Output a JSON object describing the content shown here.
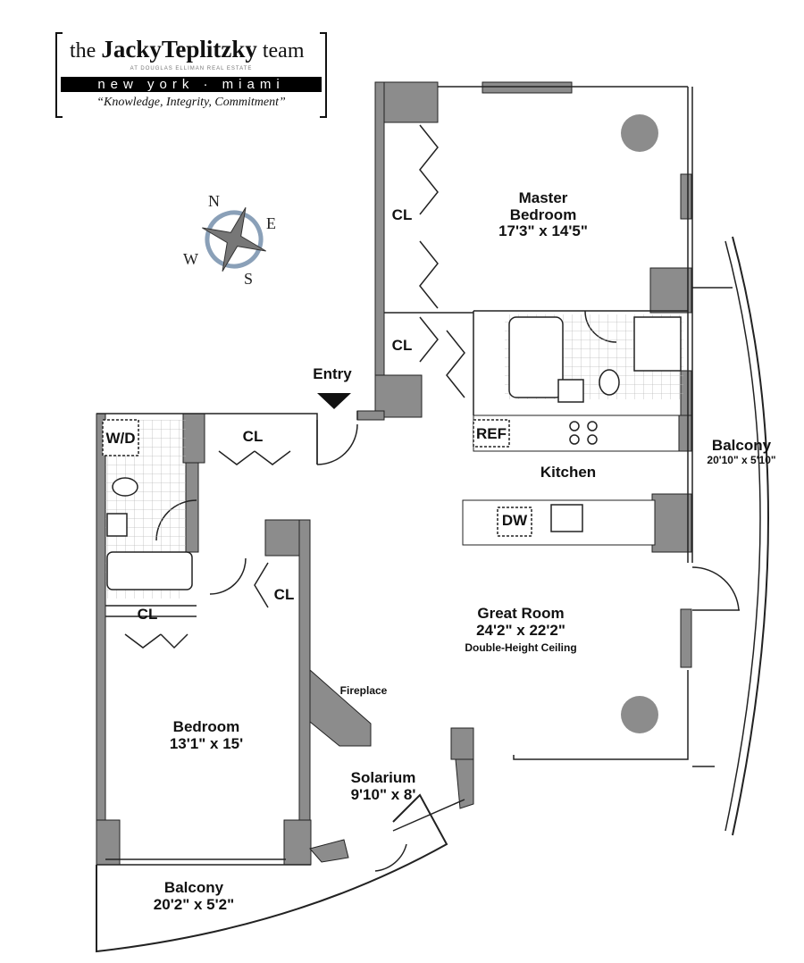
{
  "logo": {
    "line1_prefix": "the",
    "line1_name": "JackyTeplitzky",
    "line1_suffix": "team",
    "line2": "AT DOUGLAS ELLIMAN REAL ESTATE",
    "line3": "new york · miami",
    "tagline": "“Knowledge, Integrity, Commitment”"
  },
  "compass": {
    "n": "N",
    "e": "E",
    "s": "S",
    "w": "W"
  },
  "rooms": {
    "master_bedroom": {
      "name1": "Master",
      "name2": "Bedroom",
      "dims": "17'3\" x 14'5\""
    },
    "great_room": {
      "name": "Great Room",
      "dims": "24'2\" x 22'2\"",
      "note": "Double-Height Ceiling"
    },
    "bedroom": {
      "name": "Bedroom",
      "dims": "13'1\" x 15'"
    },
    "solarium": {
      "name": "Solarium",
      "dims": "9'10\" x 8'"
    },
    "balcony_east": {
      "name": "Balcony",
      "dims": "20'10\" x 5'10\""
    },
    "balcony_south": {
      "name": "Balcony",
      "dims": "20'2\" x 5'2\""
    },
    "kitchen": {
      "name": "Kitchen"
    }
  },
  "labels": {
    "entry": "Entry",
    "fireplace": "Fireplace",
    "closet": "CL",
    "washer_dryer": "W/D",
    "refrigerator": "REF",
    "dishwasher": "DW"
  },
  "colors": {
    "wall": "#8c8c8c",
    "line": "#222222",
    "tile": "#bbbbbb"
  }
}
